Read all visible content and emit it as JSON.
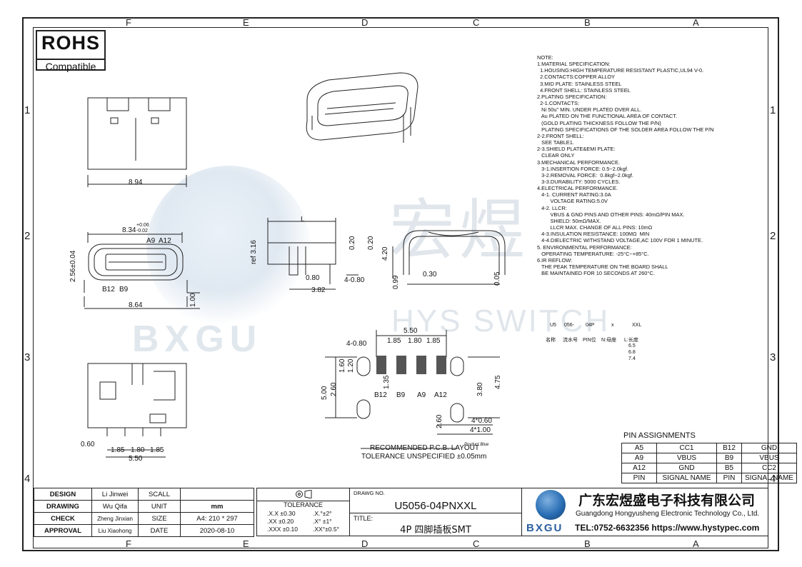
{
  "zones": {
    "top": [
      "F",
      "E",
      "D",
      "C",
      "B",
      "A"
    ],
    "bottom": [
      "F",
      "E",
      "D",
      "C",
      "B",
      "A"
    ],
    "left": [
      "1",
      "2",
      "3",
      "4"
    ],
    "right": [
      "1",
      "2",
      "3",
      "4"
    ]
  },
  "rohs": {
    "title": "ROHS",
    "subtitle": "Compatible"
  },
  "watermark": {
    "cn": "宏煜",
    "en": "HYS SWITCH",
    "logo_text": "BXGU"
  },
  "notes": "NOTE:\n1.MATERIAL SPECIFICATION:\n  1.HOUSING:HIGH TEMPERATURE RESISTANT PLASTIC,UL94 V-0.\n  2.CONTACTS:COPPER ALLOY\n  3.MID PLATE: STAINLESS STEEL\n  4.FRONT SHELL: STAINLESS STEEL\n2.PLATING SPECIFICATION:\n  2-1.CONTACTS:\n   Ni 50u\" MIN. UNDER PLATED OVER ALL.\n   Au PLATED ON THE FUNCTIONAL AREA OF CONTACT.\n   (GOLD PLATING THICKNESS FOLLOW THE P/N)\n   PLATING SPECIFICATIONS OF THE SOLDER AREA FOLLOW THE P/N\n2-2.FRONT SHELL:\n   SEE TABLE1.\n2-3.SHIELD PLATE&EMI PLATE:\n   CLEAR ONLY\n3.MECHANICAL PERFORMANCE.\n   3-1.INSERTION FORCE: 0.5~2.0kgf.\n   3-2.REMOVAL FORCE:  0.8kgf~2.0kgf.\n   3-3.DURABILITY: 5000 CYCLES.\n4.ELECTRICAL PERFORMANCE.\n   4-1. CURRENT RATING:3.0A\n         VOLTAGE RATING:5.0V\n   4-2. LLCR:\n         VBUS & GND PINS AND OTHER PINS: 40mΩ/PIN MAX.\n         SHIELD: 50mΩ/MAX.\n         LLCR MAX. CHANGE OF ALL PINS: 10mΩ\n   4-3.INSULATION RESISTANCE: 100MΩ  MIN\n   4-4.DIELECTRIC WITHSTAND VOLTAGE,AC 100V FOR 1 MINUTE.\n5. ENVIRONMENTAL PERFORMANCE:\n   OPERATING TEMPERATURE: -25°C~+85°C.\n6.IR REFLOW:\n   THE PEAK TEMPERATURE ON THE BOARD SHALL\n   BE MAINTAINED FOR 10 SECONDS AT 260°C.",
  "part_code": {
    "segments": [
      "U5",
      "056-",
      "04P",
      "x",
      "XXL"
    ],
    "meanings": [
      "名称",
      "流水号",
      "PIN位",
      "N:母座",
      "L:长度"
    ],
    "lengths": [
      "6.5",
      "6.8",
      "7.4"
    ]
  },
  "dimensions": {
    "top_width": "8.94",
    "front_width": "8.34",
    "front_tol_upper": "+0.06",
    "front_tol_lower": "-0.02",
    "front_height": "2.56±0.04",
    "pin_a9": "A9",
    "pin_a12": "A12",
    "pin_b12": "B12",
    "pin_b9": "B9",
    "front_bottom_width": "8.64",
    "front_leg": "1.00",
    "side_l": "L",
    "side_ref": "ref 3.16",
    "side_080": "0.80",
    "side_382": "3.82",
    "side_4_080": "4-0.80",
    "side_020": "0.20",
    "sect_020": "0.20",
    "sect_420": "4.20",
    "sect_030": "0.30",
    "sect_099": "0.99",
    "sect_005": "0.05",
    "pcb_550": "5.50",
    "pcb_4_080": "4-0.80",
    "pcb_185a": "1.85",
    "pcb_180": "1.80",
    "pcb_185b": "1.85",
    "pcb_160": "1.60",
    "pcb_120": "1.20",
    "pcb_135": "1.35",
    "pcb_500": "5.00",
    "pcb_260": "2.60",
    "pcb_b12": "B12",
    "pcb_b9": "B9",
    "pcb_a9": "A9",
    "pcb_a12": "A12",
    "pcb_380": "3.80",
    "pcb_475": "4.75",
    "pcb_260b": "2.60",
    "pcb_4_060": "4*0.60",
    "pcb_4_100": "4*1.00",
    "pcb_title": "RECOMMENDED    P.C.B. LAYOUT",
    "pcb_tol": "TOLERANCE UNSPECIFIED ±0.05mm",
    "product_blue": "Product Blue",
    "bot_060": "0.60",
    "bot_185a": "1.85",
    "bot_180": "1.80",
    "bot_185b": "1.85",
    "bot_550": "5.50"
  },
  "pin_assignments": {
    "title": "PIN  ASSIGNMENTS",
    "rows": [
      [
        "A5",
        "CC1",
        "B12",
        "GND"
      ],
      [
        "A9",
        "VBUS",
        "B9",
        "VBUS"
      ],
      [
        "A12",
        "GND",
        "B5",
        "CC2"
      ],
      [
        "PIN",
        "SIGNAL NAME",
        "PIN",
        "SIGNAL NAME"
      ]
    ]
  },
  "title_block": {
    "rows": [
      {
        "role": "DESIGN",
        "name": "Li Jinwei",
        "field": "SCALL",
        "value": ""
      },
      {
        "role": "DRAWING",
        "name": "Wu Qifa",
        "field": "UNIT",
        "value": "mm"
      },
      {
        "role": "CHECK",
        "name": "Zheng Jinxian",
        "field": "SIZE",
        "value": "A4: 210 * 297"
      },
      {
        "role": "APPROVAL",
        "name": "Liu Xiaohong",
        "field": "DATE",
        "value": "2020-08-10"
      }
    ],
    "tolerance_label": "TOLERANCE",
    "tolerances": [
      [
        ".X.X  ±0.30",
        ".X.°±2°"
      ],
      [
        ".XX  ±0.20",
        ".X° ±1°"
      ],
      [
        ".XXX  ±0.10",
        ".XX°±0.5°"
      ]
    ],
    "drawing_no_label": "DRAWG NO.",
    "drawing_no": "U5056-04PNXXL",
    "title_label": "TITLE:",
    "title": "4P 四脚插板SMT",
    "company_cn": "广东宏煜盛电子科技有限公司",
    "company_en": "Guangdong Hongyusheng Electronic Technology Co., Ltd.",
    "contact": "TEL:0752-6632356  https://www.hystypec.com",
    "logo_text": "BXGU"
  }
}
